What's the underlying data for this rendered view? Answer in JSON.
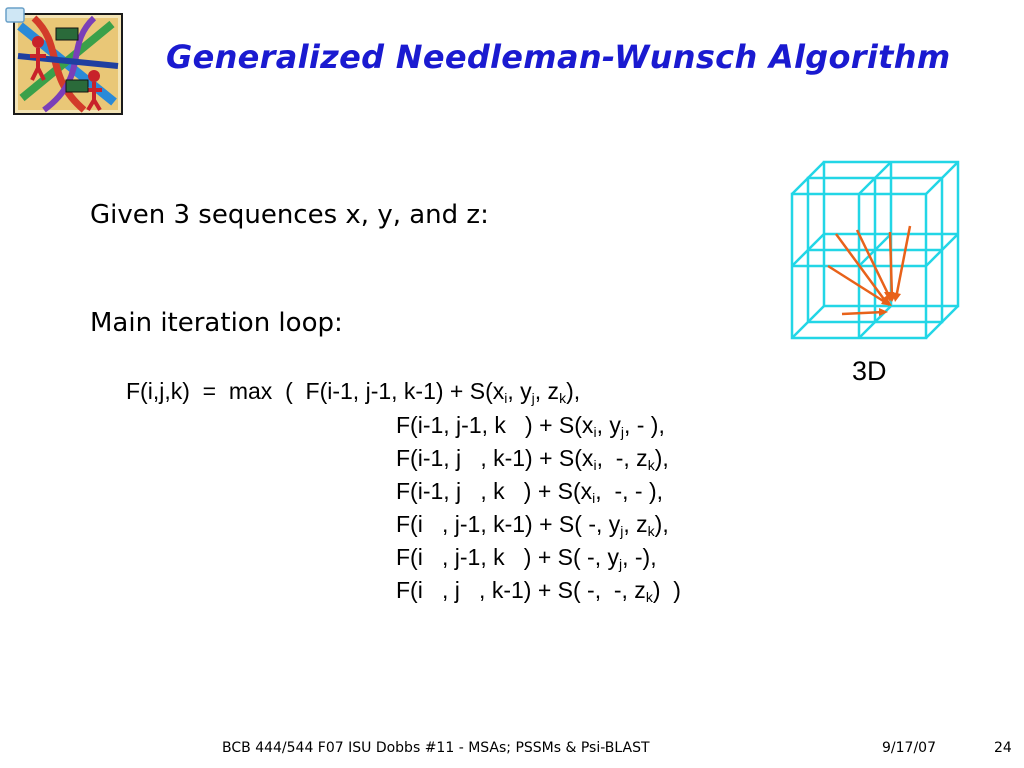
{
  "slide": {
    "title": "Generalized Needleman-Wunsch Algorithm",
    "logo_icon": "dna-figures-clipart-icon",
    "given_line": "Given 3 sequences x, y, and z:",
    "loop_line": "Main iteration loop:",
    "cube_icon": "3d-grid-cube-icon",
    "cube_label": "3D"
  },
  "formula": {
    "row1": {
      "lhs": "F(i,j,k)  =  max  (  F(i-1, j-1, k-1) + S(x",
      "a": "i",
      "b": ", y",
      "c": "j",
      "d": ", z",
      "e": "k",
      "f": "),"
    },
    "row2": {
      "lhs": "F(i-1, j-1, k   ) + S(x",
      "a": "i",
      "b": ", y",
      "c": "j",
      "d": ", - ),"
    },
    "row3": {
      "lhs": "F(i-1, j   , k-1) + S(x",
      "a": "i",
      "b": ",  -, z",
      "c": "k",
      "d": "),"
    },
    "row4": {
      "lhs": "F(i-1, j   , k   ) + S(x",
      "a": "i",
      "b": ",  -, - ),"
    },
    "row5": {
      "lhs": "F(i   , j-1, k-1) + S( -, y",
      "a": "j",
      "b": ", z",
      "c": "k",
      "d": "),"
    },
    "row6": {
      "lhs": "F(i   , j-1, k   ) + S( -, y",
      "a": "j",
      "b": ", -),"
    },
    "row7": {
      "lhs": "F(i   , j   , k-1) + S( -,  -, z",
      "a": "k",
      "b": ")  )"
    }
  },
  "footer": {
    "course": "BCB 444/544 F07 ISU Dobbs #11 - MSAs; PSSMs & Psi-BLAST",
    "date": "9/17/07",
    "page": "24"
  },
  "colors": {
    "title": "#1a1ad0",
    "cube_line": "#22d6e6",
    "arrow": "#e8621a"
  }
}
